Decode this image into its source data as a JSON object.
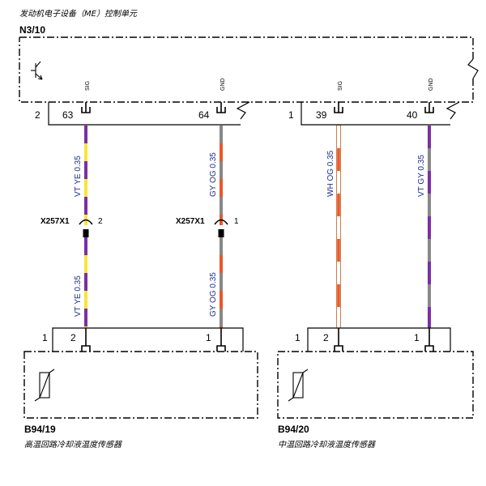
{
  "ecu": {
    "title": "发动机电子设备（ME）控制单元",
    "id": "N3/10",
    "connectors": [
      {
        "number": "2",
        "pins": [
          {
            "number": "63",
            "signal": "SIG"
          },
          {
            "number": "64",
            "signal": "GND"
          }
        ]
      },
      {
        "number": "1",
        "pins": [
          {
            "number": "39",
            "signal": "SIG"
          },
          {
            "number": "40",
            "signal": "GND"
          }
        ]
      }
    ]
  },
  "wires": [
    {
      "upper_label": "VT YE 0.35",
      "lower_label": "VT YE 0.35",
      "colors": [
        "#7b2fa6",
        "#f5e63a"
      ]
    },
    {
      "upper_label": "GY OG 0.35",
      "lower_label": "GY OG 0.35",
      "colors": [
        "#888888",
        "#e8582a"
      ]
    },
    {
      "label": "WH OG 0.35",
      "colors": [
        "#ffffff",
        "#e8582a"
      ]
    },
    {
      "label": "VT GY 0.35",
      "colors": [
        "#7b2fa6",
        "#888888"
      ]
    }
  ],
  "splices": [
    {
      "id": "X257X1",
      "pin": "2"
    },
    {
      "id": "X257X1",
      "pin": "1"
    }
  ],
  "sensors": [
    {
      "id": "B94/19",
      "name": "高温回路冷却液温度传感器",
      "connector": "1",
      "pins": [
        "2",
        "1"
      ]
    },
    {
      "id": "B94/20",
      "name": "中温回路冷却液温度传感器",
      "connector": "1",
      "pins": [
        "2",
        "1"
      ]
    }
  ]
}
